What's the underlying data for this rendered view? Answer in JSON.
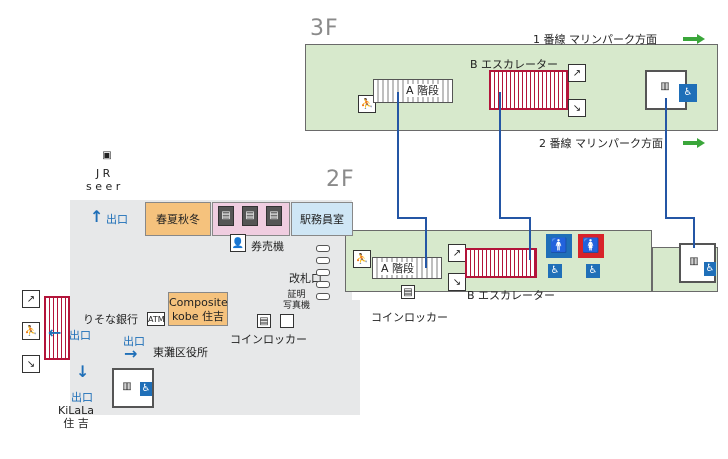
{
  "floors": {
    "f3": "3F",
    "f2": "2F"
  },
  "platforms": {
    "line1": "1 番線  マリンパーク方面",
    "line2": "2 番線  マリンパーク方面"
  },
  "facilities": {
    "stairs_a": "A 階段",
    "escalator_b": "B エスカレーター",
    "station_office": "駅務員室",
    "ticket_machine": "券売機",
    "ticket_gate": "改札口",
    "photo_booth": "証明\n写真機",
    "coin_locker": "コインロッカー",
    "atm": "りそな銀行",
    "atm_icon": "ATM"
  },
  "shops": {
    "shunka": "春夏秋冬",
    "composite": "Composite\nkobe 住吉"
  },
  "exits": {
    "exit_label": "出口",
    "jr": "J R\ns e e r",
    "higashinada": "東灘区役所",
    "kilala": "KiLaLa\n住 吉"
  },
  "colors": {
    "platform_green": "#d7e9cc",
    "concourse_grey": "#e7e8e9",
    "office_blue": "#cfe6f5",
    "shop_orange": "#f5c27d",
    "ticket_pink": "#f0cde0",
    "escalator_red": "#b3143a",
    "connector_blue": "#2456a5",
    "exit_blue": "#1f6fb8",
    "arrow_green": "#3aa63a"
  },
  "icons": [
    "train-icon",
    "stairs-icon",
    "escalator-up-icon",
    "escalator-down-icon",
    "elevator-icon",
    "wheelchair-icon",
    "mens-restroom-icon",
    "womens-restroom-icon",
    "locker-icon",
    "atm-icon",
    "ticket-machine-icon"
  ]
}
